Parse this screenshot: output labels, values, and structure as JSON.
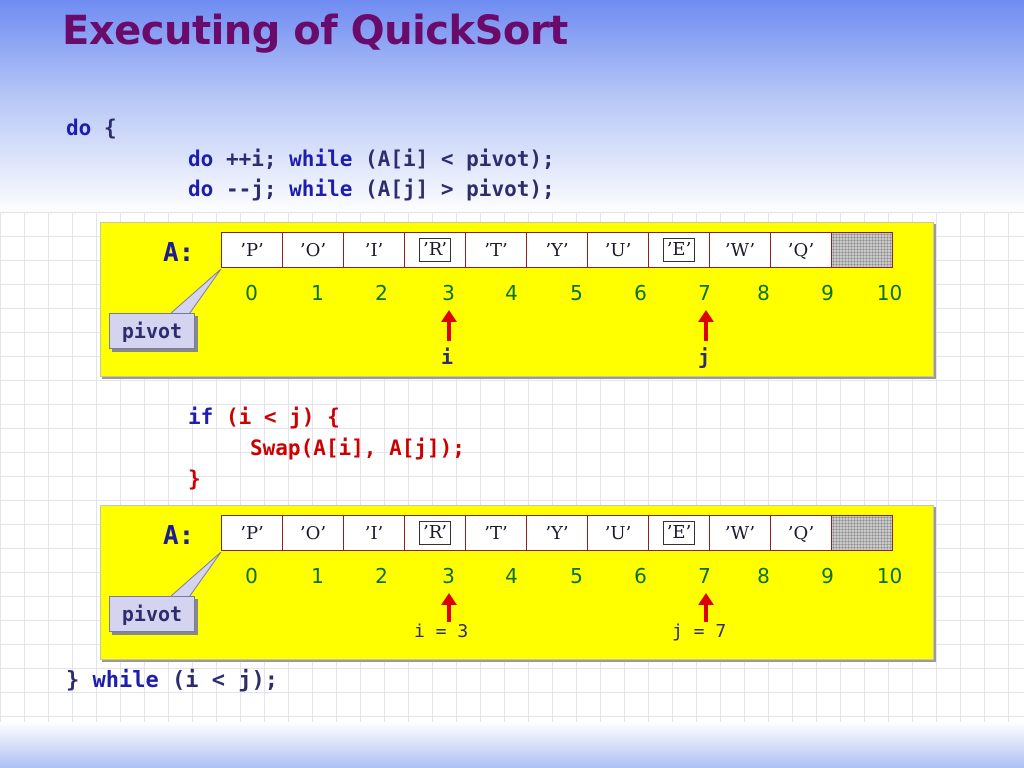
{
  "title": "Executing of QuickSort",
  "code": {
    "do_kw": "do",
    "open_brace": " {",
    "line2_do": "do",
    "line2_rest1": " ++i; ",
    "line2_while": "while",
    "line2_rest2": " (A[i] < pivot);",
    "line3_do": "do",
    "line3_rest1": " --j; ",
    "line3_while": "while",
    "line3_rest2": " (A[j] > pivot);",
    "if_kw": "if",
    "if_rest": " (i < j) {",
    "swap": "Swap(A[i], A[j]);",
    "close_if": "}",
    "final_brace": "} ",
    "final_while": "while",
    "final_rest": " (i < j);"
  },
  "panel1": {
    "label": "A:",
    "cells": [
      "’P’",
      "’O’",
      "’I’",
      "’R’",
      "’T’",
      "’Y’",
      "’U’",
      "’E’",
      "’W’",
      "’Q’",
      ""
    ],
    "indices": [
      "0",
      "1",
      "2",
      "3",
      "4",
      "5",
      "6",
      "7",
      "8",
      "9",
      "10"
    ],
    "pivot_label": "pivot",
    "marker_i": "i",
    "marker_j": "j"
  },
  "panel2": {
    "label": "A:",
    "cells": [
      "’P’",
      "’O’",
      "’I’",
      "’R’",
      "’T’",
      "’Y’",
      "’U’",
      "’E’",
      "’W’",
      "’Q’",
      ""
    ],
    "indices": [
      "0",
      "1",
      "2",
      "3",
      "4",
      "5",
      "6",
      "7",
      "8",
      "9",
      "10"
    ],
    "pivot_label": "pivot",
    "marker_i": "i = 3",
    "marker_j": "j = 7"
  },
  "boxed_indices": [
    3,
    7
  ],
  "colors": {
    "panel": "#ffff00",
    "title": "#6a0a6a",
    "keyword": "#1d1db0",
    "highlight": "#cc0000",
    "index": "#0b6f25",
    "arrow": "#dd0000"
  }
}
